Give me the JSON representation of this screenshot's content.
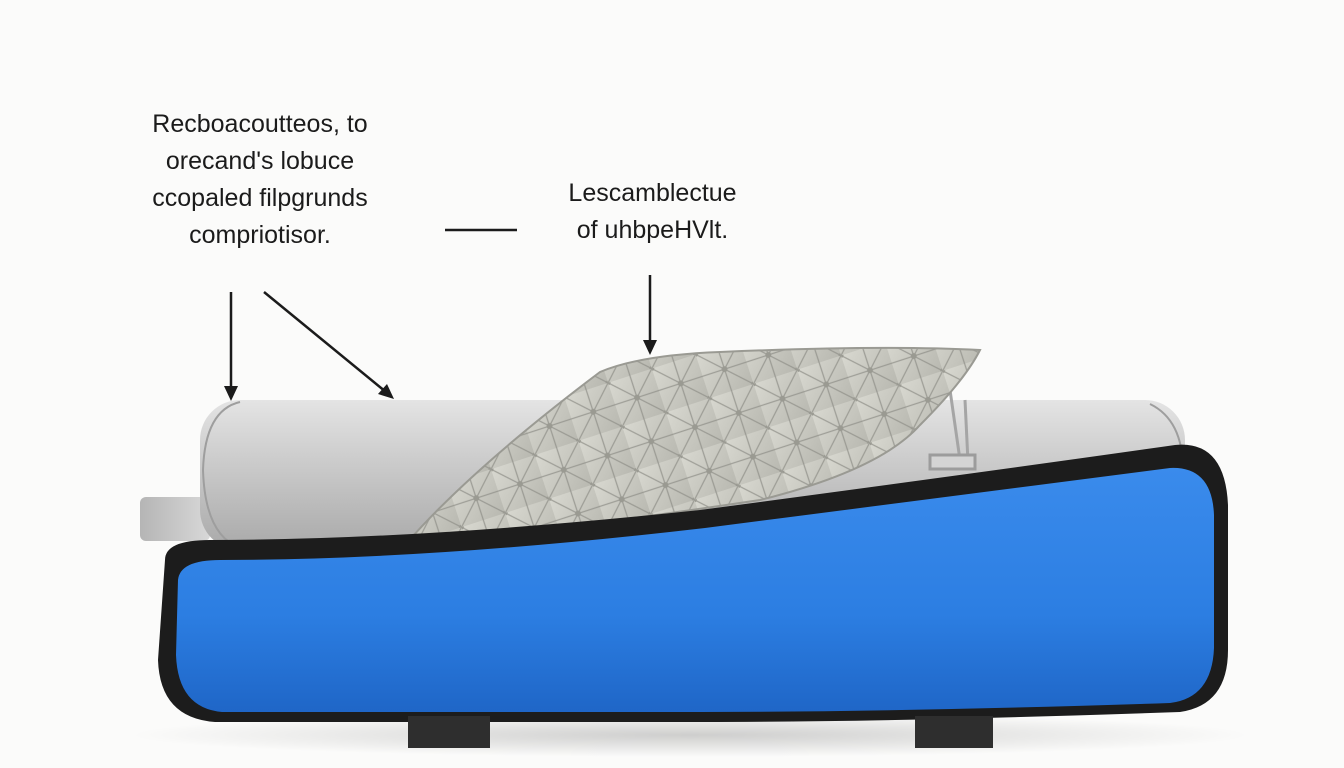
{
  "labels": {
    "left": {
      "lines": [
        "Recboacoutteos, to",
        "orecand's lobuce",
        "ccopaled filpgrunds",
        "compriotisor."
      ]
    },
    "right": {
      "lines": [
        "Lescamblectue",
        "of uhbpeHVlt."
      ]
    }
  },
  "colors": {
    "background": "#fbfbfa",
    "blue_base": "#2f7fe0",
    "black_trim": "#1c1c1c",
    "gray_cylinder": "#c7c7c7",
    "pillow": "#c9c9c2"
  }
}
